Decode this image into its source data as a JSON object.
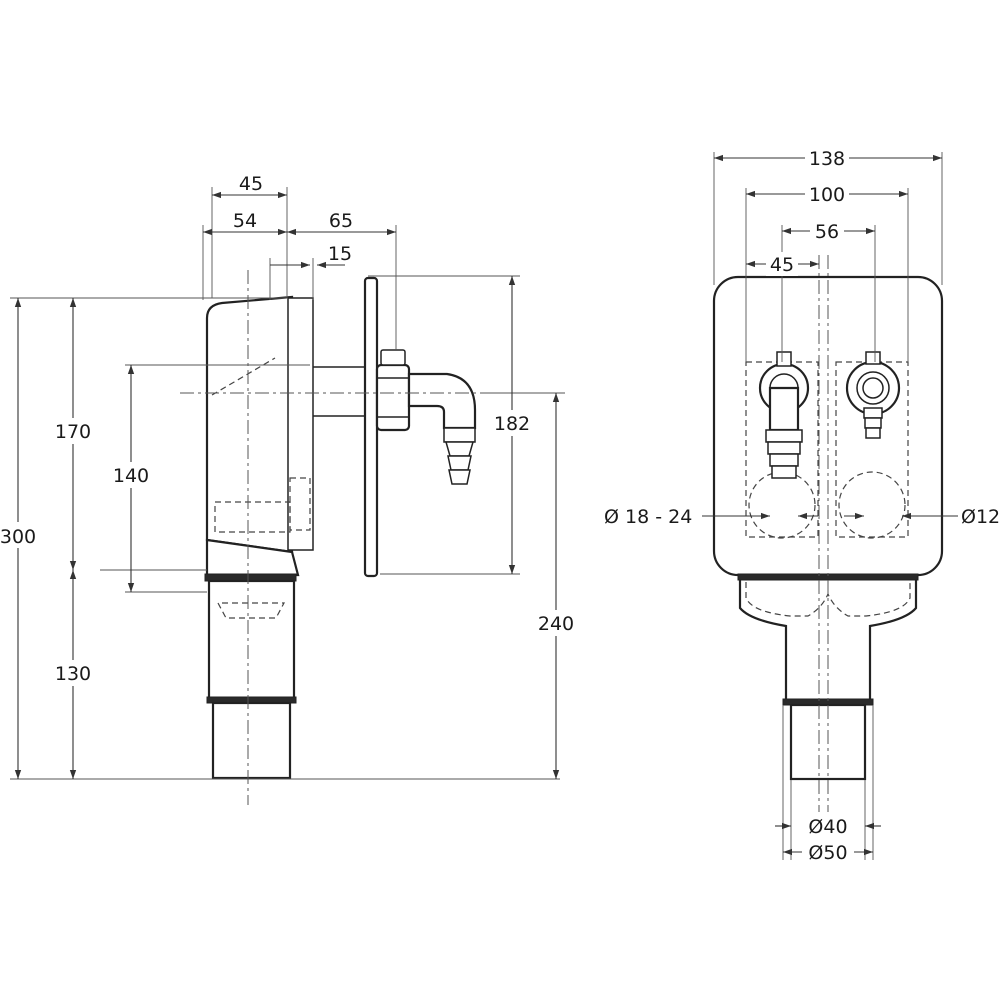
{
  "side_view": {
    "dim_top_45": "45",
    "dim_54": "54",
    "dim_65": "65",
    "dim_15": "15",
    "dim_300": "300",
    "dim_170": "170",
    "dim_140": "140",
    "dim_130": "130",
    "dim_182": "182",
    "dim_240": "240"
  },
  "front_view": {
    "dim_138": "138",
    "dim_100": "100",
    "dim_56": "56",
    "dim_45": "45",
    "dia_left": "Ø 18 - 24",
    "dia_right": "Ø12",
    "dia_40": "Ø40",
    "dia_50": "Ø50"
  }
}
